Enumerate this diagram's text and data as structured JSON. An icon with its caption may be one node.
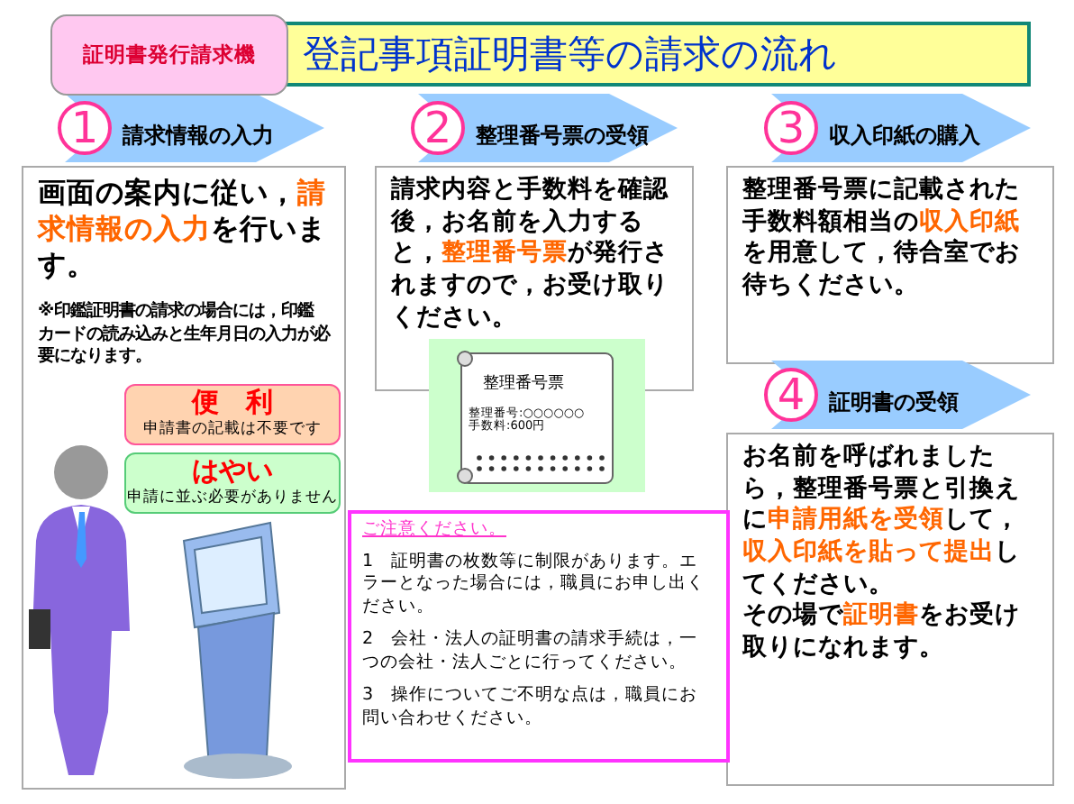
{
  "diagram": {
    "nodes": [
      {
        "text": [
          "証明書発行請求機"
        ]
      },
      {
        "text": [
          "登記事項証明書等の請求の流れ"
        ]
      },
      {
        "text": [
          "1",
          "請求情報の入力"
        ]
      },
      {
        "text": [
          "画面の案内に従い，**請求情報の入力**を行います。",
          "※印鑑証明書の請求の場合には，印鑑カードの読み込みと生年月日の入力が必要になります。"
        ]
      },
      {
        "text": [
          "便　利",
          "申請書の記載は不要です"
        ],
        "in": 3
      },
      {
        "text": [
          "はやい",
          "申請に並ぶ必要がありません"
        ],
        "in": 3
      },
      {
        "text": [
          "2",
          "整理番号票の受領"
        ]
      },
      {
        "text": [
          "請求内容と手数料を確認後，お名前を入力すると，**整理番号票**が発行されますので，お受け取りください。"
        ]
      },
      {
        "text": [
          "整理番号票",
          "整理番号:○○○○○○",
          "手数料:600円"
        ]
      },
      {
        "text": [
          "3",
          "収入印紙の購入"
        ]
      },
      {
        "text": [
          "整理番号票に記載された手数料額相当の**収入印紙**を用意して，待合室でお待ちください。"
        ]
      },
      {
        "text": [
          "4",
          "証明書の受領"
        ]
      },
      {
        "text": [
          "お名前を呼ばれましたら，整理番号票と引換えに**申請用紙を受領**して，**収入印紙を貼って提出**してください。",
          "その場で**証明書**をお受け取りになれます。"
        ]
      },
      {
        "text": [
          "ご注意ください。",
          "1　証明書の枚数等に制限があります。エラーとなった場合には，職員にお申し出ください。",
          "2　会社・法人の証明書の請求手続は，一つの会社・法人ごとに行ってください。",
          "3　操作についてご不明な点は，職員にお問い合わせください。"
        ]
      }
    ]
  }
}
